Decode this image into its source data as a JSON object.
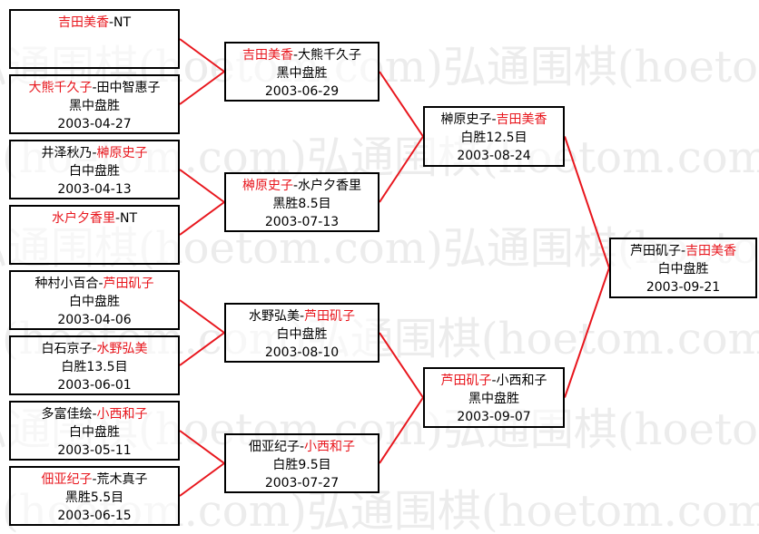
{
  "colors": {
    "winner": "#e8161d",
    "line": "#e8161d",
    "watermark": "#ececec"
  },
  "watermark": {
    "pattern": "弘通围棋(hoetom.com)"
  },
  "matches": [
    {
      "id": "r1m1",
      "p1": "吉田美香",
      "sep": "-",
      "p2": "NT",
      "winner": 1,
      "result": "",
      "date": ""
    },
    {
      "id": "r1m2",
      "p1": "大熊千久子",
      "sep": "-",
      "p2": "田中智惠子",
      "winner": 1,
      "result": "黑中盘胜",
      "date": "2003-04-27"
    },
    {
      "id": "r1m3",
      "p1": "井泽秋乃",
      "sep": "-",
      "p2": "榊原史子",
      "winner": 2,
      "result": "白中盘胜",
      "date": "2003-04-13"
    },
    {
      "id": "r1m4",
      "p1": "水户夕香里",
      "sep": "-",
      "p2": "NT",
      "winner": 1,
      "result": "",
      "date": ""
    },
    {
      "id": "r1m5",
      "p1": "种村小百合",
      "sep": "-",
      "p2": "芦田矶子",
      "winner": 2,
      "result": "白中盘胜",
      "date": "2003-04-06"
    },
    {
      "id": "r1m6",
      "p1": "白石京子",
      "sep": "-",
      "p2": "水野弘美",
      "winner": 2,
      "result": "白胜13.5目",
      "date": "2003-06-01"
    },
    {
      "id": "r1m7",
      "p1": "多富佳绘",
      "sep": "-",
      "p2": "小西和子",
      "winner": 2,
      "result": "白中盘胜",
      "date": "2003-05-11"
    },
    {
      "id": "r1m8",
      "p1": "佃亚纪子",
      "sep": "-",
      "p2": "荒木真子",
      "winner": 1,
      "result": "黑胜5.5目",
      "date": "2003-06-15"
    },
    {
      "id": "r2m1",
      "p1": "吉田美香",
      "sep": "-",
      "p2": "大熊千久子",
      "winner": 1,
      "result": "黑中盘胜",
      "date": "2003-06-29"
    },
    {
      "id": "r2m2",
      "p1": "榊原史子",
      "sep": "-",
      "p2": "水户夕香里",
      "winner": 1,
      "result": "黑胜8.5目",
      "date": "2003-07-13"
    },
    {
      "id": "r2m3",
      "p1": "水野弘美",
      "sep": "-",
      "p2": "芦田矶子",
      "winner": 2,
      "result": "白中盘胜",
      "date": "2003-08-10"
    },
    {
      "id": "r2m4",
      "p1": "佃亚纪子",
      "sep": "-",
      "p2": "小西和子",
      "winner": 2,
      "result": "白胜9.5目",
      "date": "2003-07-27"
    },
    {
      "id": "r3m1",
      "p1": "榊原史子",
      "sep": "-",
      "p2": "吉田美香",
      "winner": 2,
      "result": "白胜12.5目",
      "date": "2003-08-24"
    },
    {
      "id": "r3m2",
      "p1": "芦田矶子",
      "sep": "-",
      "p2": "小西和子",
      "winner": 1,
      "result": "黑中盘胜",
      "date": "2003-09-07"
    },
    {
      "id": "final",
      "p1": "芦田矶子",
      "sep": "-",
      "p2": "吉田美香",
      "winner": 2,
      "result": "白中盘胜",
      "date": "2003-09-21"
    }
  ]
}
